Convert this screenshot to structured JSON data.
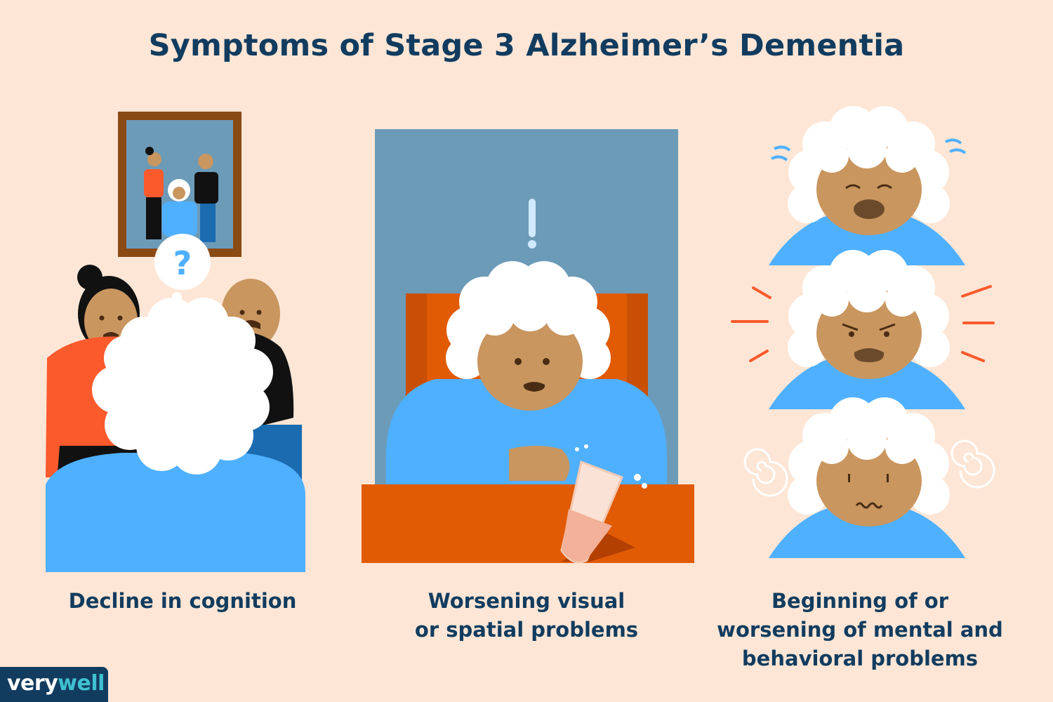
{
  "title": "Symptoms of Stage 3 Alzheimer’s Dementia",
  "panels": [
    {
      "caption_lines": [
        "Decline in cognition"
      ],
      "icons": [
        "framed-family-photo",
        "question-thought-bubble",
        "caregiver-woman",
        "caregiver-man",
        "elderly-woman-back"
      ]
    },
    {
      "caption_lines": [
        "Worsening visual",
        "or spatial problems"
      ],
      "icons": [
        "exclamation-mark",
        "elderly-woman-at-table",
        "spilling-glass"
      ]
    },
    {
      "caption_lines": [
        "Beginning of or",
        "worsening of mental and",
        "behavioral problems"
      ],
      "icons": [
        "crying-face",
        "angry-face",
        "confused-face",
        "spiral-dizzy-marks"
      ]
    }
  ],
  "brand": {
    "part1": "very",
    "part2": "well"
  },
  "colors": {
    "background": "#fde6d6",
    "text": "#123c5f",
    "blue_shirt": "#4fb0ff",
    "skin": "#c9965f",
    "orange": "#e15a04",
    "window": "#6c9bb8",
    "red_shirt": "#fb5a2d",
    "hair": "#ffffff",
    "brand_bg": "#123c5f",
    "brand_accent": "#3fc1d0"
  }
}
